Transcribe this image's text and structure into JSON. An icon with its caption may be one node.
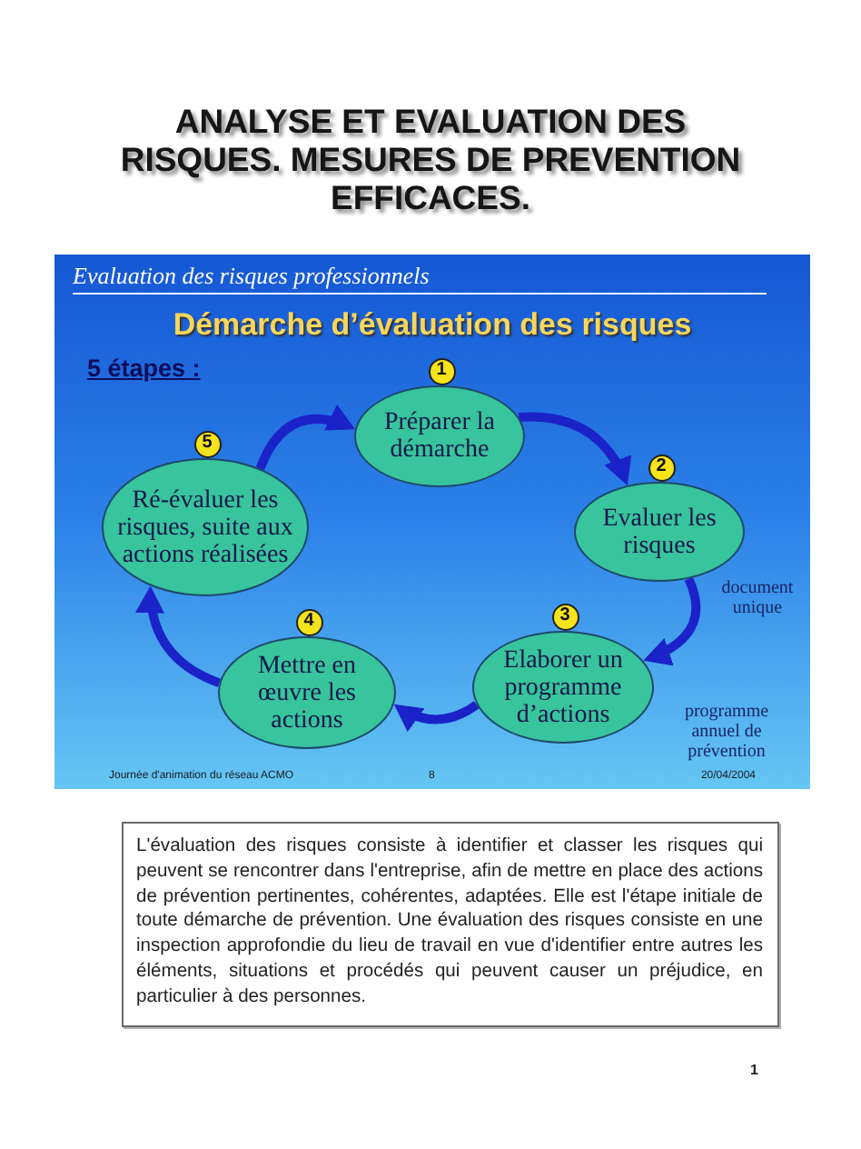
{
  "diagram": {
    "title": "ANALYSE ET EVALUATION DES RISQUES. MESURES DE PREVENTION EFFICACES.",
    "nodes": [
      {
        "text": [
          "Evaluation des risques professionnels",
          "Démarche d’évaluation des risques"
        ]
      },
      {
        "text": [
          "Préparer la démarche"
        ],
        "in": 0,
        "beside": [
          "1"
        ]
      },
      {
        "text": [
          "Evaluer les risques"
        ],
        "in": 0,
        "beside": [
          "2"
        ]
      },
      {
        "text": [
          "Elaborer un programme d’actions"
        ],
        "in": 0,
        "beside": [
          "3",
          "programme annuel de prévention"
        ]
      },
      {
        "text": [
          "Mettre en œuvre les actions"
        ],
        "in": 0,
        "beside": [
          "4"
        ]
      },
      {
        "text": [
          "Ré-évaluer les risques, suite aux actions réalisées"
        ],
        "in": 0,
        "beside": [
          "5"
        ]
      },
      {
        "text": [
          "L'évaluation des risques consiste à identifier et classer les risques qui peuvent se rencontrer dans l'entreprise, afin de mettre en place des actions de prévention pertinentes, cohérentes, adaptées. Elle est l'étape initiale de toute démarche de prévention. Une évaluation des risques consiste en une inspection approfondie du lieu de travail en vue d'identifier entre autres les éléments, situations et procédés qui peuvent causer un préjudice, en particulier à des personnes."
        ]
      }
    ],
    "edges": [
      {
        "from": 1,
        "to": 2,
        "arrow": "to"
      },
      {
        "from": 2,
        "to": 3,
        "arrow": "to",
        "label": "document unique"
      },
      {
        "from": 3,
        "to": 4,
        "arrow": "to"
      },
      {
        "from": 4,
        "to": 5,
        "arrow": "to"
      },
      {
        "from": 5,
        "to": 1,
        "arrow": "to"
      }
    ],
    "labels": [
      "5 étapes :",
      "Journée d'animation du réseau ACMO",
      "8",
      "20/04/2004",
      "1"
    ]
  }
}
